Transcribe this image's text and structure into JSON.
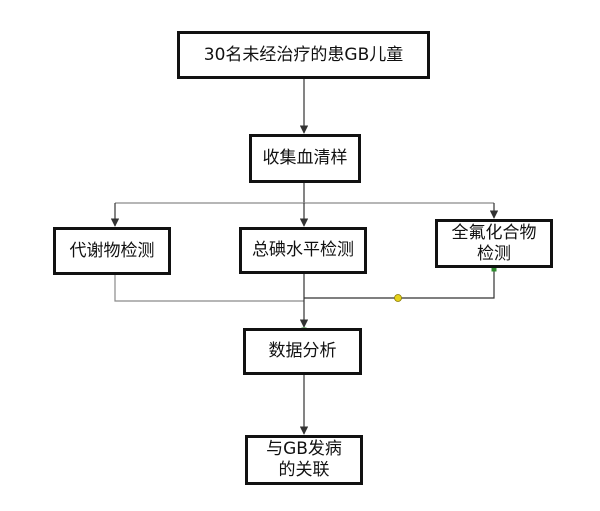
{
  "nodes": {
    "root": "30名未经治疗的患GB儿童",
    "collect": "收集血清样",
    "metab": "代谢物检测",
    "iodine": "总碘水平检测",
    "perfluoro": "全氟化合物检测",
    "analysis": "数据分析",
    "relation": "与GB发病的关联"
  },
  "colors": {
    "border": "#111111",
    "arrow": "#333333",
    "feedback_line": "#8a8a8a",
    "handle_green": "#2e8b2e",
    "handle_yellow": "#e6d21a"
  }
}
